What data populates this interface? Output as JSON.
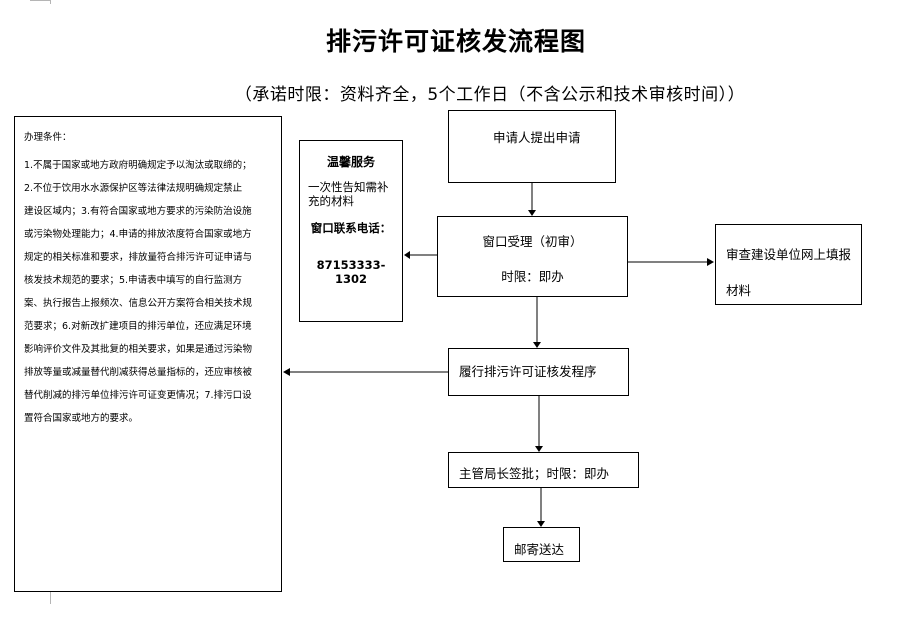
{
  "title": "排污许可证核发流程图",
  "subtitle": "（承诺时限：资料齐全，5个工作日（不含公示和技术审核时间））",
  "conditions": {
    "heading": "办理条件：",
    "lines": [
      "1.不属于国家或地方政府明确规定予以淘汰或取缔的；",
      "2.不位于饮用水水源保护区等法律法规明确规定禁止",
      "建设区域内；3.有符合国家或地方要求的污染防治设施",
      "或污染物处理能力；4.申请的排放浓度符合国家或地方",
      "规定的相关标准和要求，排放量符合排污许可证申请与",
      "核发技术规范的要求；5.申请表中填写的自行监测方",
      "案、执行报告上报频次、信息公开方案符合相关技术规",
      "范要求；6.对新改扩建项目的排污单位，还应满足环境",
      "影响评价文件及其批复的相关要求，如果是通过污染物",
      "排放等量或减量替代削减获得总量指标的，还应审核被",
      "替代削减的排污单位排污许可证变更情况；7.排污口设",
      "置符合国家或地方的要求。"
    ]
  },
  "service": {
    "title": "温馨服务",
    "desc": "一次性告知需补充的材料",
    "phone_label": "窗口联系电话：",
    "phone": "87153333-1302"
  },
  "steps": {
    "apply": "申请人提出申请",
    "accept": "窗口受理（初审）",
    "accept_limit": "时限：即办",
    "review": "审查建设单位网上填报材料",
    "perform": "履行排污许可证核发程序",
    "sign": "主管局长签批；时限：即办",
    "mail": "邮寄送达"
  }
}
